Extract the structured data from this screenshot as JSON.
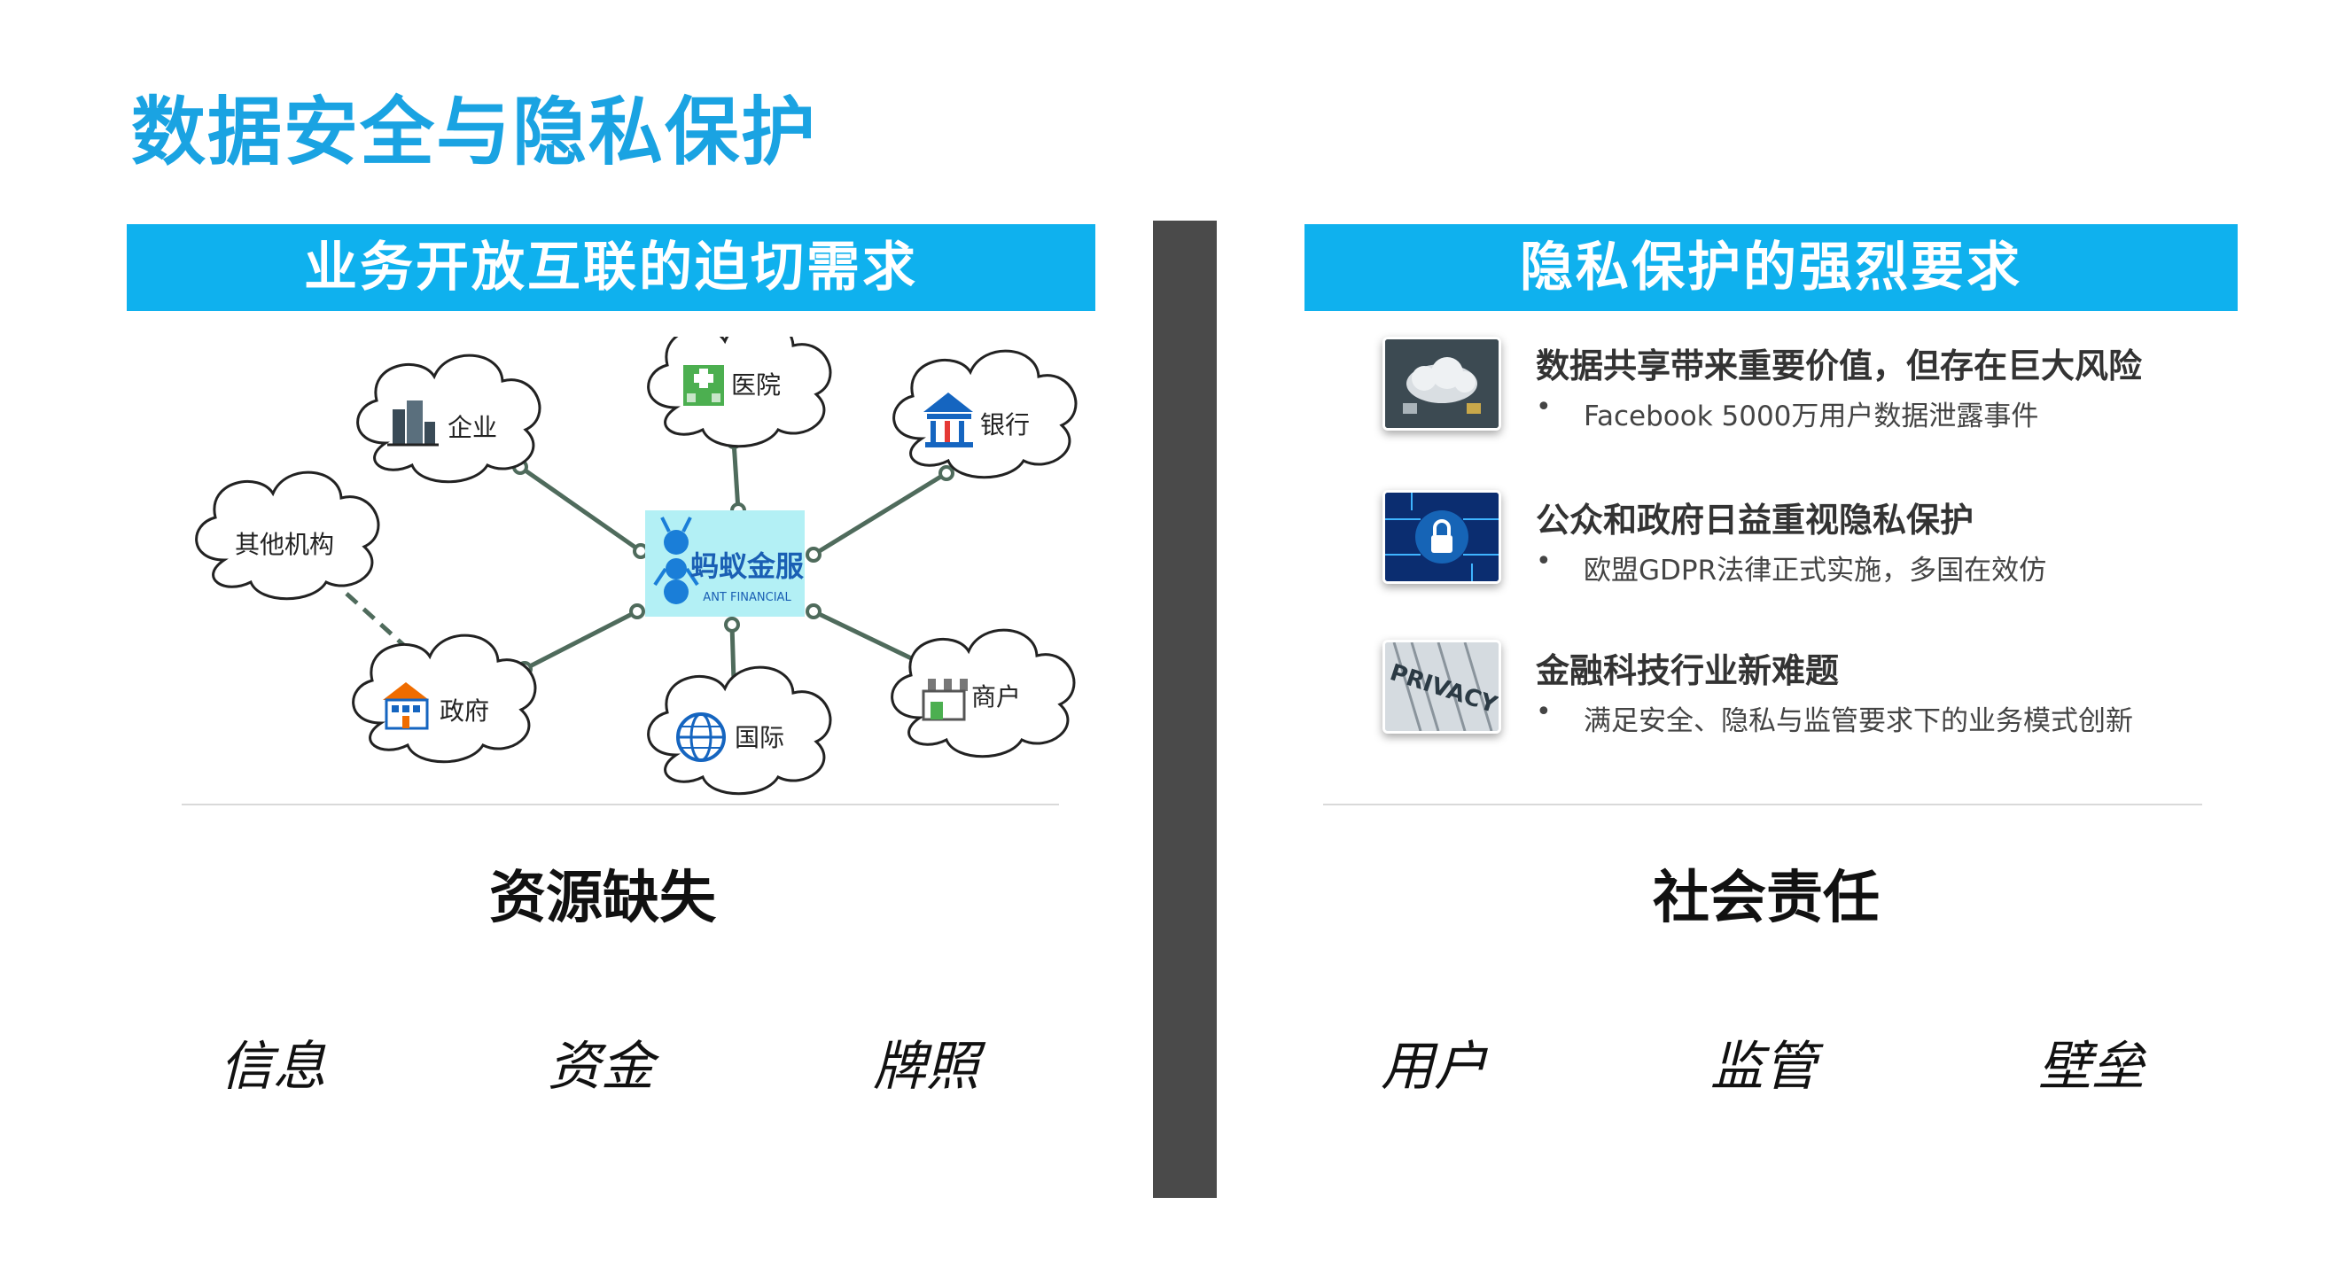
{
  "page": {
    "title": "数据安全与隐私保护"
  },
  "left": {
    "banner": "业务开放互联的迫切需求",
    "diagram": {
      "center": {
        "logo_text": "蚂蚁金服",
        "logo_sub": "ANT FINANCIAL"
      },
      "nodes": {
        "enterprise": "企业",
        "hospital": "医院",
        "bank": "银行",
        "other": "其他机构",
        "government": "政府",
        "international": "国际",
        "merchant": "商户"
      }
    },
    "section_heading": "资源缺失",
    "keywords": [
      "信息",
      "资金",
      "牌照"
    ]
  },
  "right": {
    "banner": "隐私保护的强烈要求",
    "items": [
      {
        "title": "数据共享带来重要价值，但存在巨大风险",
        "bullet": "Facebook 5000万用户数据泄露事件",
        "thumb_text": ""
      },
      {
        "title": "公众和政府日益重视隐私保护",
        "bullet": "欧盟GDPR法律正式实施，多国在效仿",
        "thumb_text": ""
      },
      {
        "title": "金融科技行业新难题",
        "bullet": "满足安全、隐私与监管要求下的业务模式创新",
        "thumb_text": "PRIVACY"
      }
    ],
    "section_heading": "社会责任",
    "keywords": [
      "用户",
      "监管",
      "壁垒"
    ]
  },
  "colors": {
    "title_blue": "#1aa3e2",
    "banner_blue": "#0fb1ee",
    "divider_gray": "#4a4a4a",
    "connector": "#4f6b5c",
    "center_box": "#b3f0f5"
  },
  "icons": {
    "enterprise": "building-icon",
    "hospital": "hospital-icon",
    "bank": "bank-icon",
    "government": "government-building-icon",
    "international": "globe-icon",
    "merchant": "storefront-icon",
    "center": "ant-logo-icon"
  }
}
